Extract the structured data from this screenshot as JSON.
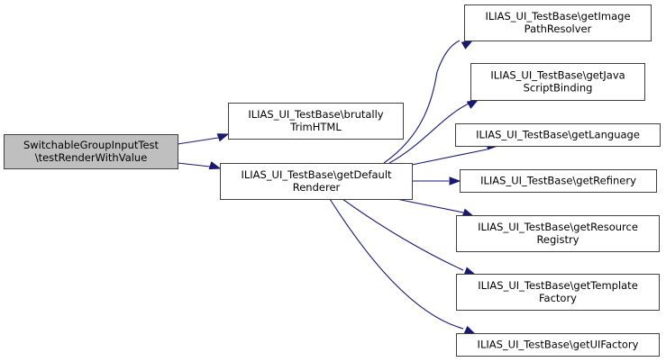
{
  "diagram": {
    "type": "call-graph",
    "colors": {
      "edge": "#191970",
      "node_border": "#404040",
      "root_fill": "#bfbfbf",
      "node_fill": "#ffffff"
    },
    "nodes": [
      {
        "id": "root",
        "lines": [
          "SwitchableGroupInputTest",
          "\\testRenderWithValue"
        ],
        "highlighted": true
      },
      {
        "id": "brutallyTrimHTML",
        "lines": [
          "ILIAS_UI_TestBase\\brutally",
          "TrimHTML"
        ]
      },
      {
        "id": "getDefaultRenderer",
        "lines": [
          "ILIAS_UI_TestBase\\getDefault",
          "Renderer"
        ]
      },
      {
        "id": "getImagePathResolver",
        "lines": [
          "ILIAS_UI_TestBase\\getImage",
          "PathResolver"
        ]
      },
      {
        "id": "getJavaScriptBinding",
        "lines": [
          "ILIAS_UI_TestBase\\getJava",
          "ScriptBinding"
        ]
      },
      {
        "id": "getLanguage",
        "lines": [
          "ILIAS_UI_TestBase\\getLanguage"
        ]
      },
      {
        "id": "getRefinery",
        "lines": [
          "ILIAS_UI_TestBase\\getRefinery"
        ]
      },
      {
        "id": "getResourceRegistry",
        "lines": [
          "ILIAS_UI_TestBase\\getResource",
          "Registry"
        ]
      },
      {
        "id": "getTemplateFactory",
        "lines": [
          "ILIAS_UI_TestBase\\getTemplate",
          "Factory"
        ]
      },
      {
        "id": "getUIFactory",
        "lines": [
          "ILIAS_UI_TestBase\\getUIFactory"
        ]
      }
    ],
    "edges": [
      {
        "from": "root",
        "to": "brutallyTrimHTML"
      },
      {
        "from": "root",
        "to": "getDefaultRenderer"
      },
      {
        "from": "getDefaultRenderer",
        "to": "getImagePathResolver"
      },
      {
        "from": "getDefaultRenderer",
        "to": "getJavaScriptBinding"
      },
      {
        "from": "getDefaultRenderer",
        "to": "getLanguage"
      },
      {
        "from": "getDefaultRenderer",
        "to": "getRefinery"
      },
      {
        "from": "getDefaultRenderer",
        "to": "getResourceRegistry"
      },
      {
        "from": "getDefaultRenderer",
        "to": "getTemplateFactory"
      },
      {
        "from": "getDefaultRenderer",
        "to": "getUIFactory"
      }
    ]
  }
}
